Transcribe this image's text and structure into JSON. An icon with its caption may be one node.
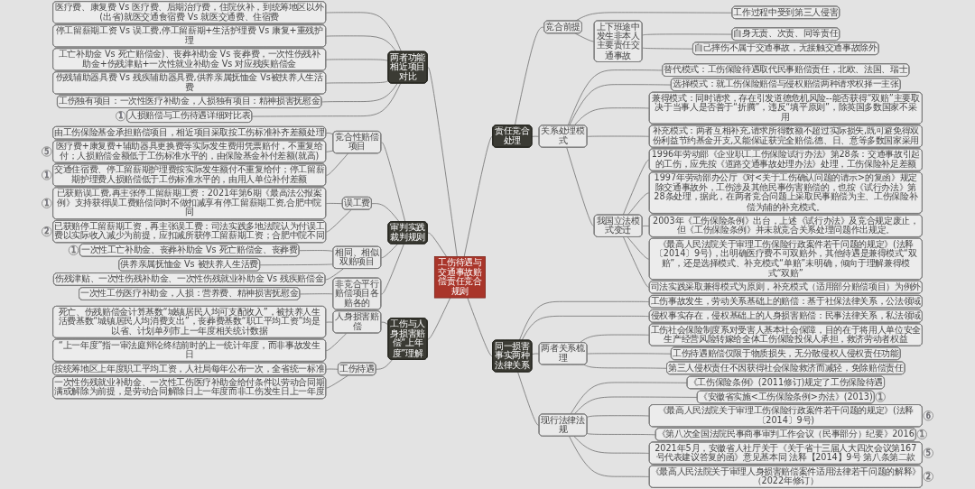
{
  "diagram": {
    "nodes": [
      {
        "text": [
          "工伤待遇与交通事故赔偿责任竞合规则"
        ]
      },
      {
        "text": [
          "两者功能相近项目对比"
        ]
      },
      {
        "text": [
          "医疗费、康复费 Vs 医疗费、后期治疗费，住院伙补，到统筹地区以外(出省)就医交通食宿费 Vs 就医交通费、住宿费"
        ]
      },
      {
        "text": [
          "停工留薪期工资 Vs 误工费,停工留薪期+生活护理费 Vs 康复+重残护理"
        ]
      },
      {
        "text": [
          "工亡补助金 Vs 死亡赔偿金)、丧葬补助金 Vs 丧葬费，一次性伤残补助金+伤残津贴+一次性就业补助金 Vs 对应残疾赔偿金"
        ]
      },
      {
        "text": [
          "伤残辅助器具费 Vs 残疾辅助器具费,供养亲属抚恤金 Vs被扶养人生活费"
        ]
      },
      {
        "text": [
          "工伤独有项目：一次性医疗补助金，人损独有项目：精神损害抚慰金"
        ]
      },
      {
        "text": [
          "人损赔偿与工伤待遇详细对比表"
        ],
        "beside": [
          "1"
        ]
      },
      {
        "text": [
          "审判实践裁判规则"
        ]
      },
      {
        "text": [
          "竞合性赔偿项目"
        ]
      },
      {
        "text": [
          "由工伤保险基金承担赔偿项目，相近项目采取按工伤标准补齐差额处理"
        ]
      },
      {
        "text": [
          "医疗费+康复费+辅助器具更换费等实际发生费用凭票赔付，不重复给付；人损赔偿金额低于工伤标准水平的，由保险基金补付差额(就高)"
        ],
        "beside": [
          "5"
        ]
      },
      {
        "text": [
          "交通住宿费、停工留薪期护理费按实际发生额付不重复给付；停工留薪期护理费人损赔偿低于工伤标准水平的，由用人单位补付差额"
        ],
        "beside": [
          "1"
        ]
      },
      {
        "text": [
          "误工费"
        ]
      },
      {
        "text": [
          "已获赔误工费,再主张停工留薪期工资：2021年第6期《最高法公报案例》支持获得误工费赔偿同时不做扣减享有停工留薪期工资,合肥中院同"
        ],
        "beside": [
          "1"
        ]
      },
      {
        "text": [
          "已获赔停工留薪期工资，再主张误工费：司法实践多地法院认为付误工费以实际收入减少为前提，应扣减所获停工留薪期工资；合肥中院不同"
        ],
        "beside": [
          "2"
        ]
      },
      {
        "text": [
          "相同、相似双赔项目"
        ]
      },
      {
        "text": [
          "一次性工亡补助金、丧葬补助金 Vs 死亡赔偿金、丧葬费"
        ],
        "beside": [
          "1"
        ]
      },
      {
        "text": [
          "供养亲属抚恤金 Vs 被扶养人生活费"
        ]
      },
      {
        "text": [
          "伤残津贴、一次性伤残补助金、一次性伤残就业补助金 Vs 残疾赔偿金"
        ]
      },
      {
        "text": [
          "非竞合平行赔偿项目各赔各的"
        ]
      },
      {
        "text": [
          "一次性工伤医疗补助金，人损：营养费、精神损害抚慰金"
        ]
      },
      {
        "text": [
          "工伤与人身损害赔偿“上年度”理解"
        ]
      },
      {
        "text": [
          "人身损害赔偿"
        ]
      },
      {
        "text": [
          "死亡、伤残赔偿金计算基数“城镇居民人均可支配收入”，被扶养人生活费基数“城镇居民人均消费支出”，丧葬费基数“职工平均工资”均是以省、计划单列市上一年度相关统计数据"
        ]
      },
      {
        "text": [
          "“上一年度”指一审法庭辩论终结前时的上一统计年度，而非事故发生日"
        ]
      },
      {
        "text": [
          "工伤待遇"
        ]
      },
      {
        "text": [
          "按统筹地区上年度职工平均工资，人社局每年公布一次，全省统一标准"
        ]
      },
      {
        "text": [
          "一次性伤残就业补助金、一次性工伤医疗补助金给付条件以劳动合同期满或解除为前提，是劳动合同解除日上一年度而非工伤发生日上一年度"
        ]
      },
      {
        "text": [
          "责任竞合处理"
        ]
      },
      {
        "text": [
          "竞合前提"
        ]
      },
      {
        "text": [
          "工作过程中受到第三人侵害"
        ]
      },
      {
        "text": [
          "上下班途中发生非本人主要责任交通事故"
        ]
      },
      {
        "text": [
          "自身无责、次责、同等责任"
        ]
      },
      {
        "text": [
          "自己摔伤不属于交通事故，无接触交通事故除外"
        ]
      },
      {
        "text": [
          "关系处理模式"
        ]
      },
      {
        "text": [
          "替代模式：工伤保险待遇取代民事赔偿责任，北欧、法国、瑞士"
        ]
      },
      {
        "text": [
          "选择模式：就工伤保险赔偿与侵权赔偿两种请求权择一主张"
        ]
      },
      {
        "text": [
          "兼得模式：同时请求，存在引发道德危机风险--能否获得“双赔”主要取决于当事人是否善于“折腾”，违反“填平原则”，除英国多数国家不采用"
        ]
      },
      {
        "text": [
          "补充模式：两者互相补充,请求所得数额不超过实际损失,既可避免得双份利益节约基金开支,又能保证获完全赔偿,德、日、意等多数国家采用"
        ]
      },
      {
        "text": [
          "我国立法模式变迁"
        ]
      },
      {
        "text": [
          "1996年劳动部《企业职工工伤保险试行办法》第28条：交通事故引起的工伤，应先按《道路交通事故处理办法》处理，工伤保险补足差额"
        ]
      },
      {
        "text": [
          "1997年劳动部办公厅《对<关于工伤确认问题的请示>的复函》规定除交通事故外，工伤涉及其他民事伤害赔偿的，也按《试行办法》第28条处理，据此，在两者竞合问题上采取民事赔偿为主、工伤保险补偿为辅的补充模式。"
        ]
      },
      {
        "text": [
          "2003年《工伤保险条例》出台，上述《试行办法》及竞合规定废止，但《工伤保险条例》并未就竞合关系处理问题作出规定。"
        ]
      },
      {
        "text": [
          "《最高人民法院关于审理工伤保险行政案件若干问题的规定》(法释〔2014〕9号)，出明确医疗费不可双赔外，其他待遇是兼得模式“双赔”，还是选择模式、补充模式“单赔”未明确，倾向于理解兼得模式“双赔”"
        ]
      },
      {
        "text": [
          "司法实践采取兼得模式为原则，补充模式（适用部分赔偿项目）为例外"
        ]
      },
      {
        "text": [
          "同一损害事实两种法律关系"
        ]
      },
      {
        "text": [
          "工伤事故发生，劳动关系基础上的赔偿：基于社保法律关系，公法领域"
        ]
      },
      {
        "text": [
          "侵权事实存在，侵权基础上的人身损害赔偿：民事法律关系，私法领域"
        ]
      },
      {
        "text": [
          "两者关系梳理"
        ]
      },
      {
        "text": [
          "工伤社会保险制度系对受害人基本社会保障，目的在于将用人单位安全生产经营风险转嫁给全体工伤保险投保人承担，救济劳动者权益"
        ]
      },
      {
        "text": [
          "工伤待遇赔偿仅限于物质损失，无分散侵权人侵权责任功能"
        ]
      },
      {
        "text": [
          "第三人侵权责任不因获得社会保险救济而减轻，免除赔偿责任"
        ]
      },
      {
        "text": [
          "现行法律法规"
        ]
      },
      {
        "text": [
          "《工伤保险条例》(2011修订)规定了工伤保险待遇"
        ]
      },
      {
        "text": [
          "《安徽省实施<工伤保险条例>办法》(2013)"
        ],
        "beside": [
          "1"
        ]
      },
      {
        "text": [
          "《最高人民法院关于审理工伤保险行政案件若干问题的规定》(法释〔2014〕9号)"
        ],
        "beside": [
          "6"
        ]
      },
      {
        "text": [
          "《第八次全国法院民事商事审判工作会议（民事部分）纪要》2016"
        ],
        "beside": [
          "1"
        ]
      },
      {
        "text": [
          "2021年5月，安徽省人社厅关于《关于省十三届人大四次会议第167号代表建议答复的函》意见基本同 法释【2014】9号 第八条第二款"
        ],
        "beside": [
          "5"
        ]
      },
      {
        "text": [
          "《最高人民法院关于审理人身损害赔偿案件适用法律若干问题的解释》（2022年修订）"
        ],
        "beside": [
          "2"
        ]
      }
    ],
    "edges": [
      {
        "from": 2,
        "to": 1,
        "arrow": "none"
      },
      {
        "from": 3,
        "to": 1,
        "arrow": "none"
      },
      {
        "from": 4,
        "to": 1,
        "arrow": "none"
      },
      {
        "from": 5,
        "to": 1,
        "arrow": "none"
      },
      {
        "from": 6,
        "to": 1,
        "arrow": "none"
      },
      {
        "from": 7,
        "to": 1,
        "arrow": "none"
      },
      {
        "from": 1,
        "to": 0,
        "arrow": "none"
      },
      {
        "from": 10,
        "to": 9,
        "arrow": "none"
      },
      {
        "from": 11,
        "to": 9,
        "arrow": "none"
      },
      {
        "from": 12,
        "to": 9,
        "arrow": "none"
      },
      {
        "from": 9,
        "to": 8,
        "arrow": "none"
      },
      {
        "from": 14,
        "to": 13,
        "arrow": "none"
      },
      {
        "from": 15,
        "to": 13,
        "arrow": "none"
      },
      {
        "from": 13,
        "to": 8,
        "arrow": "none"
      },
      {
        "from": 17,
        "to": 16,
        "arrow": "none"
      },
      {
        "from": 18,
        "to": 16,
        "arrow": "none"
      },
      {
        "from": 19,
        "to": 16,
        "arrow": "none"
      },
      {
        "from": 16,
        "to": 8,
        "arrow": "none"
      },
      {
        "from": 21,
        "to": 20,
        "arrow": "none"
      },
      {
        "from": 20,
        "to": 8,
        "arrow": "none"
      },
      {
        "from": 8,
        "to": 0,
        "arrow": "none"
      },
      {
        "from": 24,
        "to": 23,
        "arrow": "none"
      },
      {
        "from": 25,
        "to": 23,
        "arrow": "none"
      },
      {
        "from": 23,
        "to": 22,
        "arrow": "none"
      },
      {
        "from": 27,
        "to": 26,
        "arrow": "none"
      },
      {
        "from": 28,
        "to": 26,
        "arrow": "none"
      },
      {
        "from": 26,
        "to": 22,
        "arrow": "none"
      },
      {
        "from": 22,
        "to": 0,
        "arrow": "none"
      },
      {
        "from": 0,
        "to": 29,
        "arrow": "none"
      },
      {
        "from": 29,
        "to": 30,
        "arrow": "none"
      },
      {
        "from": 30,
        "to": 31,
        "arrow": "none"
      },
      {
        "from": 30,
        "to": 32,
        "arrow": "none"
      },
      {
        "from": 32,
        "to": 33,
        "arrow": "none"
      },
      {
        "from": 32,
        "to": 34,
        "arrow": "none"
      },
      {
        "from": 29,
        "to": 35,
        "arrow": "none"
      },
      {
        "from": 35,
        "to": 36,
        "arrow": "none"
      },
      {
        "from": 35,
        "to": 37,
        "arrow": "none"
      },
      {
        "from": 35,
        "to": 38,
        "arrow": "none"
      },
      {
        "from": 35,
        "to": 39,
        "arrow": "none"
      },
      {
        "from": 35,
        "to": 40,
        "arrow": "none"
      },
      {
        "from": 40,
        "to": 41,
        "arrow": "none"
      },
      {
        "from": 40,
        "to": 42,
        "arrow": "none"
      },
      {
        "from": 40,
        "to": 43,
        "arrow": "none"
      },
      {
        "from": 40,
        "to": 44,
        "arrow": "none"
      },
      {
        "from": 40,
        "to": 45,
        "arrow": "none"
      },
      {
        "from": 0,
        "to": 46,
        "arrow": "none"
      },
      {
        "from": 46,
        "to": 47,
        "arrow": "none"
      },
      {
        "from": 46,
        "to": 48,
        "arrow": "none"
      },
      {
        "from": 46,
        "to": 49,
        "arrow": "none"
      },
      {
        "from": 49,
        "to": 50,
        "arrow": "none"
      },
      {
        "from": 49,
        "to": 51,
        "arrow": "none"
      },
      {
        "from": 49,
        "to": 52,
        "arrow": "none"
      },
      {
        "from": 46,
        "to": 53,
        "arrow": "none"
      },
      {
        "from": 53,
        "to": 54,
        "arrow": "none"
      },
      {
        "from": 53,
        "to": 55,
        "arrow": "none"
      },
      {
        "from": 53,
        "to": 56,
        "arrow": "none"
      },
      {
        "from": 53,
        "to": 57,
        "arrow": "none"
      },
      {
        "from": 53,
        "to": 58,
        "arrow": "none"
      },
      {
        "from": 53,
        "to": 59,
        "arrow": "none"
      }
    ]
  }
}
